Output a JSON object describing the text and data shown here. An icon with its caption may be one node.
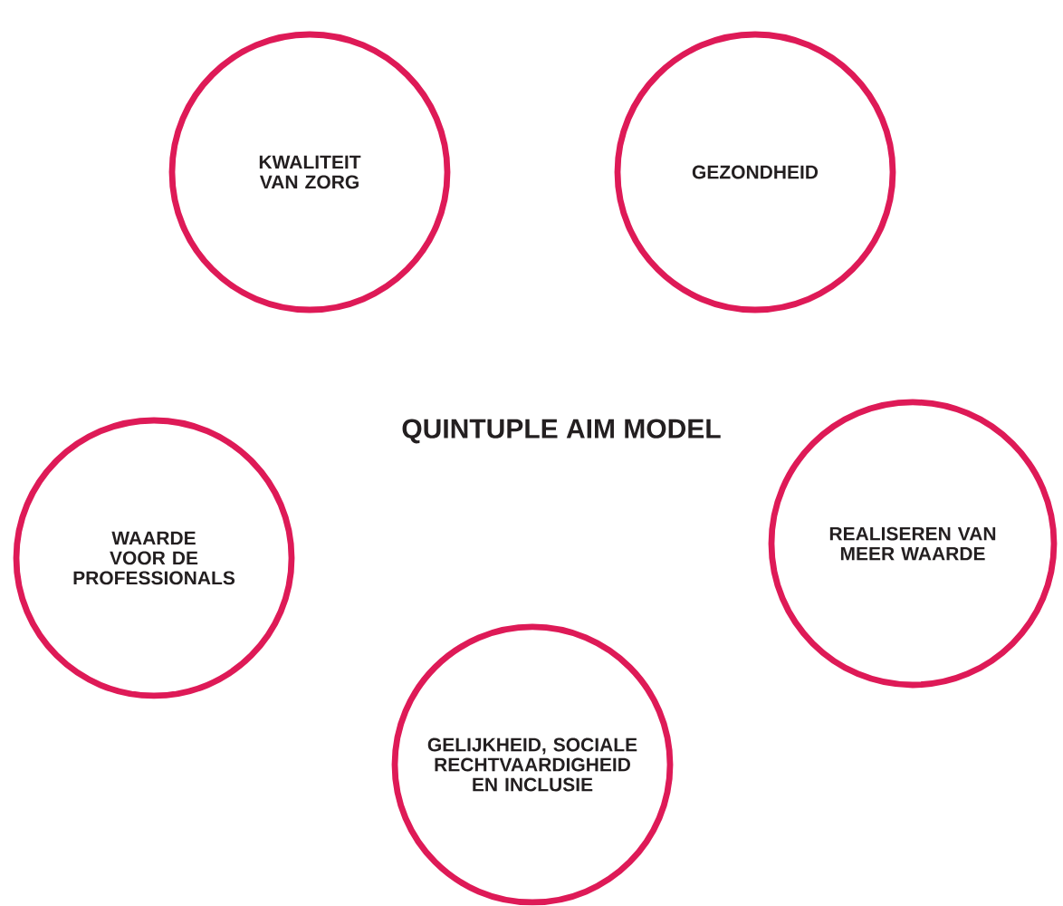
{
  "diagram": {
    "title": "QUINTUPLE AIM MODEL",
    "nodes": [
      {
        "text": [
          "KWALITEIT VAN ZORG"
        ]
      },
      {
        "text": [
          "GEZONDHEID"
        ]
      },
      {
        "text": [
          "WAARDE VOOR DE PROFESSIONALS"
        ]
      },
      {
        "text": [
          "REALISEREN VAN MEER WAARDE"
        ]
      },
      {
        "text": [
          "GELIJKHEID, SOCIALE RECHTVAARDIGHEID EN INCLUSIE"
        ]
      }
    ],
    "edges": []
  }
}
